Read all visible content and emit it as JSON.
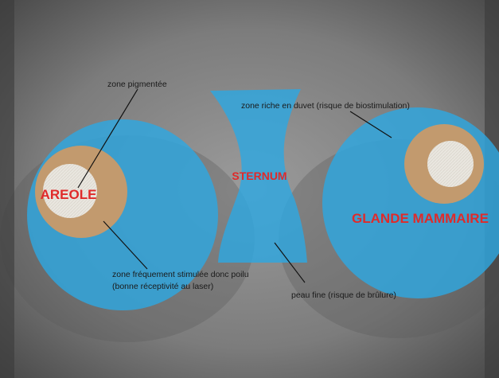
{
  "labels": {
    "areola": "AREOLE",
    "sternum": "STERNUM",
    "gland": "GLANDE MAMMAIRE",
    "pigmented_zone": "zone pigmentée",
    "down_zone": "zone riche en duvet (risque de biostimulation)",
    "stimulated_zone_line1": "zone fréquement stimulée donc poilu",
    "stimulated_zone_line2": "(bonne réceptivité au laser)",
    "thin_skin": "peau fine (risque de brûlure)"
  },
  "colors": {
    "zone_fill": "#2ea7e0",
    "areola_ring": "#c29a6e",
    "nipple": "#e9e6df",
    "title_text": "#e02a2a",
    "body_text": "#1a1a1a",
    "leader_line": "#111111"
  }
}
